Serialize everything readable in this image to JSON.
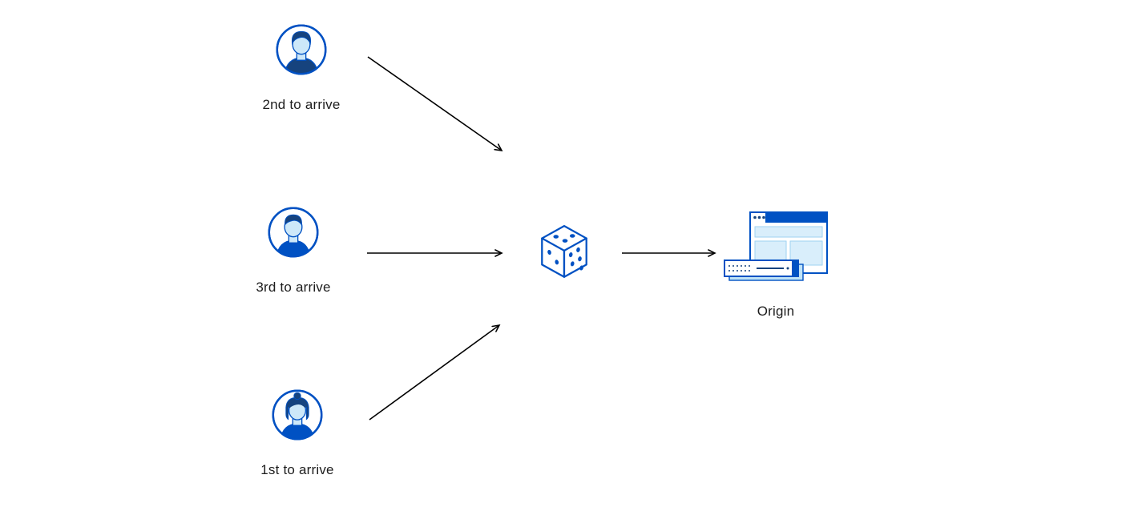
{
  "diagram": {
    "type": "flow-diagram",
    "description": "Three users arriving in different order are randomly routed (dice) to an origin server",
    "nodes": {
      "user_second": {
        "label": "2nd to arrive",
        "icon": "user-avatar-male-icon"
      },
      "user_third": {
        "label": "3rd to arrive",
        "icon": "user-avatar-male-icon"
      },
      "user_first": {
        "label": "1st to arrive",
        "icon": "user-avatar-female-icon"
      },
      "random_selector": {
        "label": "",
        "icon": "dice-icon"
      },
      "origin": {
        "label": "Origin",
        "icon": "origin-server-icon"
      }
    },
    "edges": [
      {
        "from": "user_second",
        "to": "random_selector"
      },
      {
        "from": "user_third",
        "to": "random_selector"
      },
      {
        "from": "user_first",
        "to": "random_selector"
      },
      {
        "from": "random_selector",
        "to": "origin"
      }
    ],
    "colors": {
      "accent_blue": "#0051c3",
      "light_blue_fill": "#d9eefb",
      "dark_navy": "#16437e",
      "arrow_black": "#000000",
      "text": "#1d1d1d"
    }
  }
}
